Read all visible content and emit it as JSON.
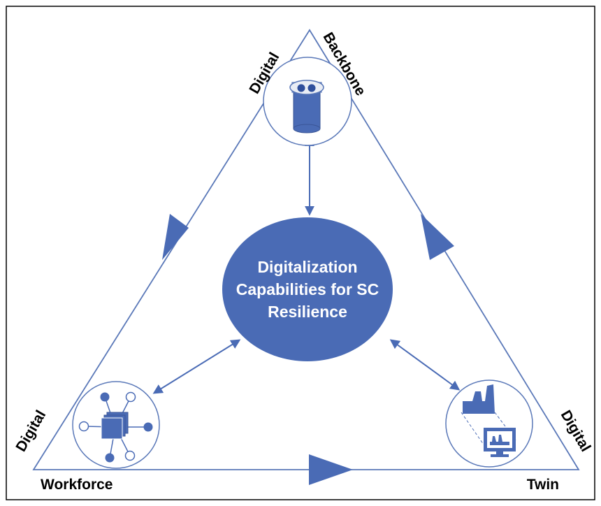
{
  "center": {
    "line1": "Digitalization",
    "line2": "Capabilities for SC",
    "line3": "Resilience"
  },
  "labels": {
    "top_left": "Digital",
    "top_right": "Backbone",
    "bottom_left_vertical": "Digital",
    "bottom_left_horizontal": "Workforce",
    "bottom_right_vertical": "Digital",
    "bottom_right_horizontal": "Twin"
  },
  "icons": {
    "top": "database-icon",
    "bottom_left": "network-icon",
    "bottom_right": "factory-monitor-icon"
  },
  "colors": {
    "accent": "#4a6bb5",
    "line": "#5a78b8",
    "frame": "#000000"
  }
}
